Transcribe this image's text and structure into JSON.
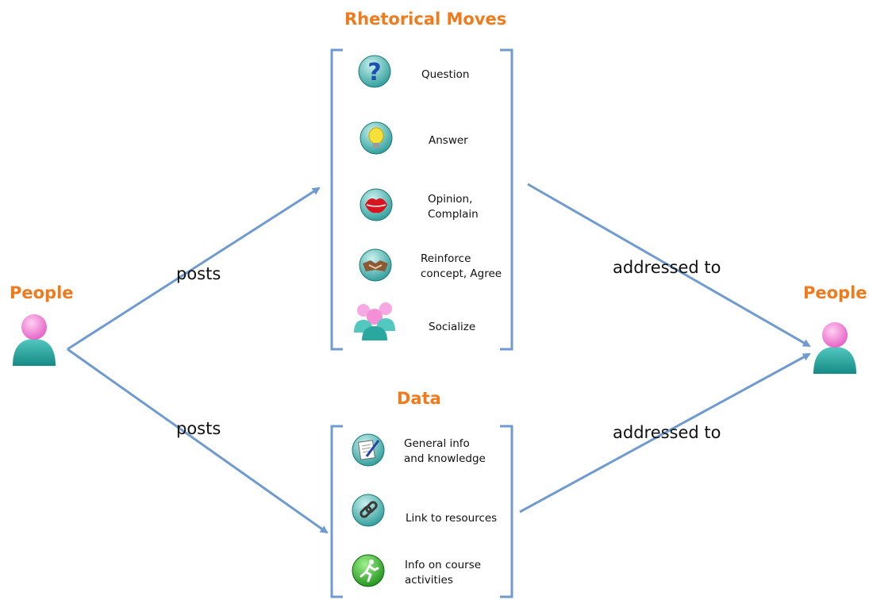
{
  "headings": {
    "rhetorical_moves": "Rhetorical Moves",
    "data": "Data",
    "people_left": "People",
    "people_right": "People"
  },
  "edges": {
    "posts_top": "posts",
    "posts_bottom": "posts",
    "addressed_top": "addressed to",
    "addressed_bottom": "addressed to"
  },
  "rhetorical_moves": [
    {
      "label": "Question",
      "icon": "question-icon"
    },
    {
      "label": "Answer",
      "icon": "lightbulb-icon"
    },
    {
      "label": "Opinion,\nComplain",
      "icon": "lips-icon"
    },
    {
      "label": "Reinforce\nconcept, Agree",
      "icon": "handshake-icon"
    },
    {
      "label": "Socialize",
      "icon": "group-icon"
    }
  ],
  "data_items": [
    {
      "label": "General info\nand knowledge",
      "icon": "document-pen-icon"
    },
    {
      "label": "Link to resources",
      "icon": "chain-link-icon"
    },
    {
      "label": "Info on course\nactivities",
      "icon": "runner-icon"
    }
  ],
  "colors": {
    "heading": "#f07a1c",
    "connector": "#6f9bd0",
    "person_head": "#f48fd8",
    "person_body": "#2aa8a0"
  }
}
